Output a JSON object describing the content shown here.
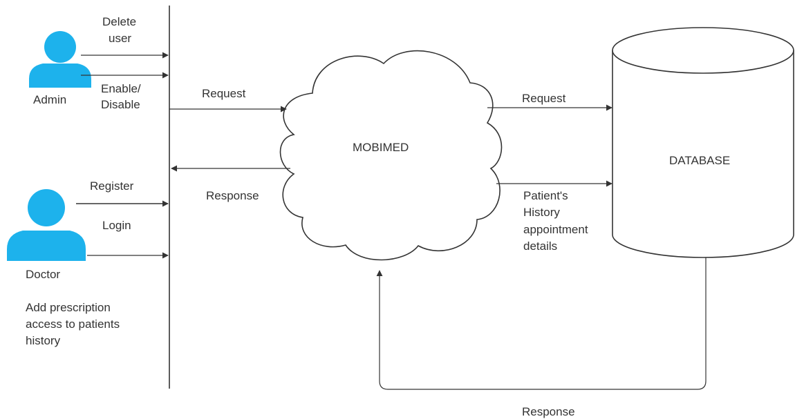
{
  "colors": {
    "actor": "#1DB2EC",
    "stroke": "#333333",
    "text": "#333333"
  },
  "actors": {
    "admin": {
      "label": "Admin",
      "icon": "user-icon"
    },
    "doctor": {
      "label": "Doctor",
      "icon": "user-icon"
    }
  },
  "admin_actions": {
    "delete_line1": "Delete",
    "delete_line2": "user",
    "enable_line1": "Enable/",
    "enable_line2": "Disable"
  },
  "doctor_actions": {
    "register": "Register",
    "login": "Login",
    "note_line1": "Add prescription",
    "note_line2": "access to patients",
    "note_line3": "history"
  },
  "cloud": {
    "label": "MOBIMED"
  },
  "database": {
    "label": "DATABASE"
  },
  "flows": {
    "request_to_cloud": "Request",
    "response_from_cloud": "Response",
    "request_to_db": "Request",
    "db_info_line1": "Patient's",
    "db_info_line2": "History",
    "db_info_line3": "appointment",
    "db_info_line4": "details",
    "response_from_db": "Response"
  }
}
